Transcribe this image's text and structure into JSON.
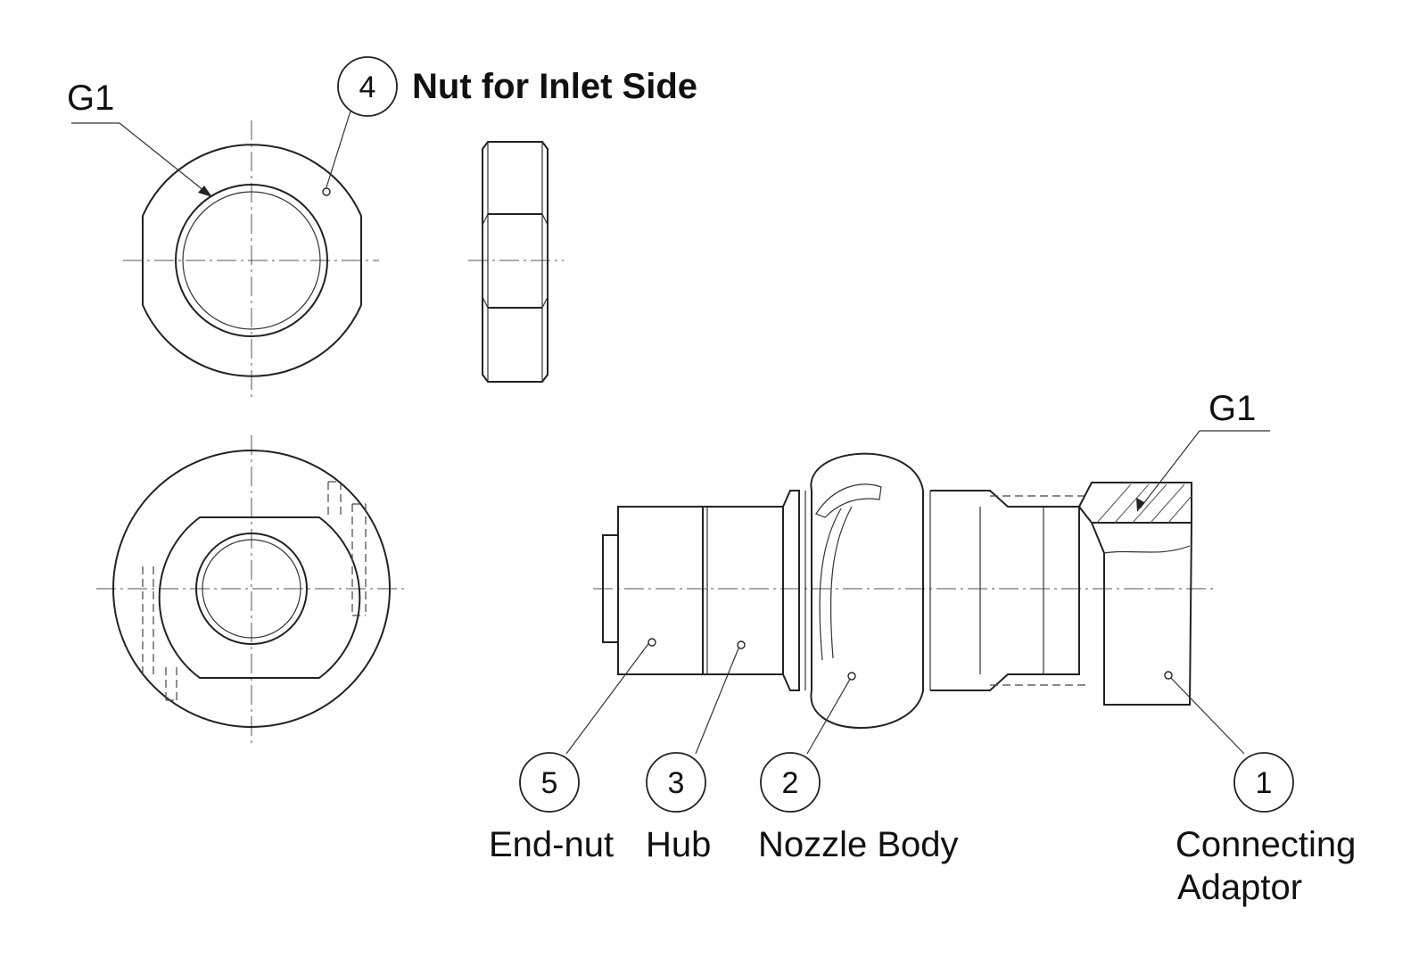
{
  "thread_label_nut": "G1",
  "thread_label_adaptor": "G1",
  "nut_title": "Nut for Inlet Side",
  "parts": [
    {
      "number": "1",
      "name_line1": "Connecting",
      "name_line2": "Adaptor"
    },
    {
      "number": "2",
      "name_line1": "Nozzle Body"
    },
    {
      "number": "3",
      "name_line1": "Hub"
    },
    {
      "number": "4"
    },
    {
      "number": "5",
      "name_line1": "End-nut"
    }
  ]
}
